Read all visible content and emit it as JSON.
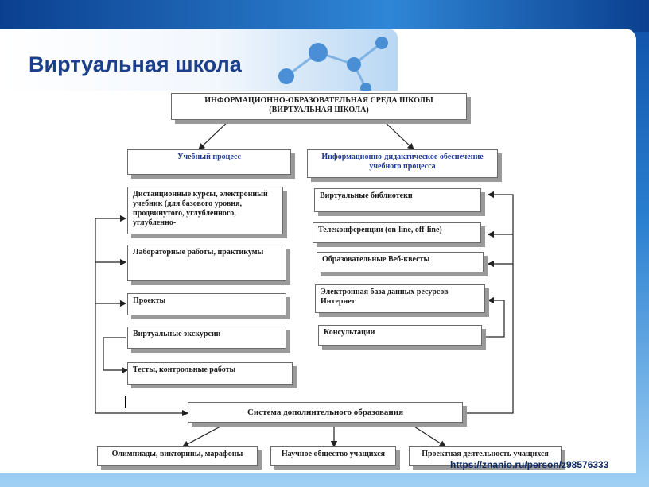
{
  "slide": {
    "title": "Виртуальная школа",
    "watermark": "https://znanio.ru/person/z98576333"
  },
  "diagram": {
    "root": "ИНФОРМАЦИОННО-ОБРАЗОВАТЕЛЬНАЯ СРЕДА ШКОЛЫ (ВИРТУАЛЬНАЯ ШКОЛА)",
    "left_head": "Учебный процесс",
    "right_head": "Информационно-дидактическое обеспечение учебного процесса",
    "left_items": [
      "Дистанционные курсы, электронный учебник (для базового уровня, продвинутого, углубленного, углубленно-",
      "Лабораторные работы, практикумы",
      "Проекты",
      "Виртуальные экскурсии",
      "Тесты, контрольные работы"
    ],
    "right_items": [
      "Виртуальные библиотеки",
      "Телеконференции (on-line, off-line)",
      "Образовательные Веб-квесты",
      "Электронная база данных ресурсов Интернет",
      "Консультации"
    ],
    "bottom": "Система дополнительного образования",
    "bottom_items": [
      "Олимпиады, викторины, марафоны",
      "Научное общество учащихся",
      "Проектная деятельность учащихся"
    ]
  }
}
